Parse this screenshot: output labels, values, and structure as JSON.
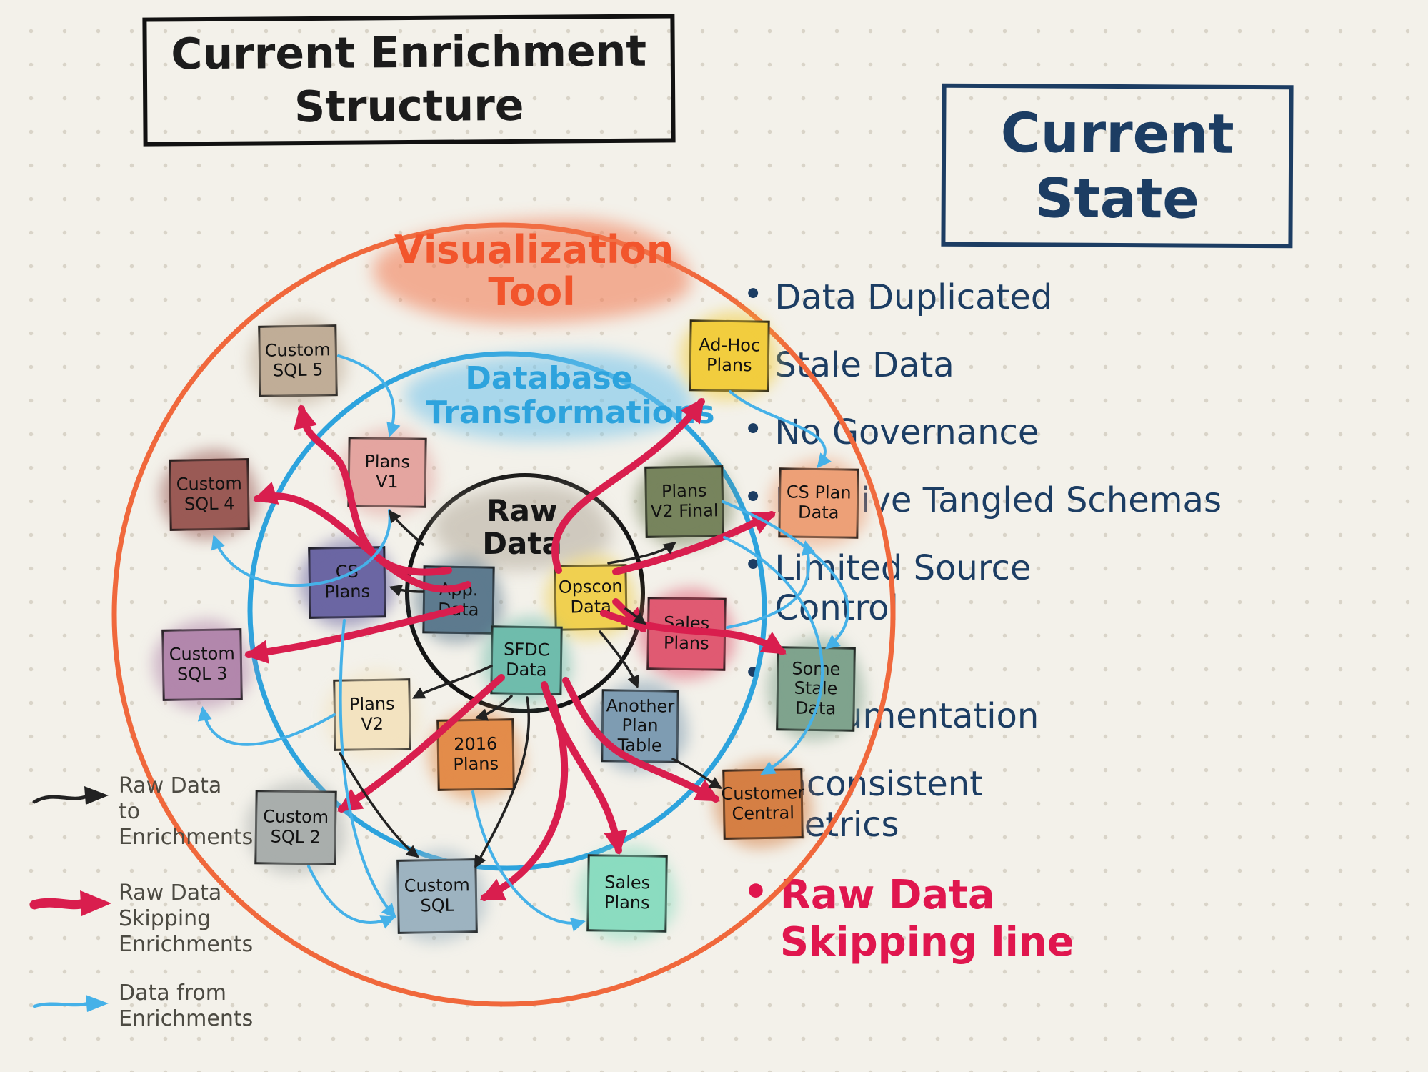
{
  "palette": {
    "paper": "#f3f1ea",
    "ink": "#1c1c1c",
    "navy": "#1c3d63",
    "accent-red": "#e0164e",
    "edge-red": "#d91e4e",
    "edge-blue": "#45b1e8",
    "edge-black": "#222222",
    "ring-orange": "#f0683c",
    "ring-blue": "#2da3dd",
    "ring-black": "#141414"
  },
  "title": "Current Enrichment Structure",
  "state_panel": {
    "title": "Current State",
    "items": [
      {
        "text": "Data Duplicated"
      },
      {
        "text": "Stale Data"
      },
      {
        "text": "No Governance"
      },
      {
        "text": "Massive Tangled Schemas"
      },
      {
        "text": "Limited Source\nControl"
      },
      {
        "text": "No\nDocumentation"
      },
      {
        "text": "Inconsistent\nMetrics"
      },
      {
        "text": "Raw Data\nSkipping line",
        "highlight": "red"
      }
    ]
  },
  "legend": {
    "items": [
      {
        "label": "Raw Data to Enrichments",
        "color": "#222222",
        "line": "thin-black"
      },
      {
        "label": "Raw Data Skipping Enrichments",
        "color": "#d91e4e",
        "line": "thick-red"
      },
      {
        "label": "Data from Enrichments",
        "color": "#45b1e8",
        "line": "thin-blue"
      }
    ]
  },
  "diagram": {
    "rings": [
      {
        "id": "visualization-tool",
        "label": "Visualization Tool",
        "color": "#f2552c",
        "blob": "#f2764d"
      },
      {
        "id": "database-transformations",
        "label": "Database Transformations",
        "color": "#2da3dd",
        "blob": "#6ec2ec"
      },
      {
        "id": "raw-data",
        "label": "Raw Data",
        "color": "#181818",
        "blob": "#b3aa9b"
      }
    ],
    "nodes": [
      {
        "id": "custom-sql-5",
        "label": "Custom SQL 5",
        "color": "#c0ad97"
      },
      {
        "id": "ad-hoc-plans",
        "label": "Ad-Hoc Plans",
        "color": "#f2cd3e"
      },
      {
        "id": "custom-sql-4",
        "label": "Custom SQL 4",
        "color": "#9a5a55"
      },
      {
        "id": "plans-v1",
        "label": "Plans V1",
        "color": "#e4a5a0"
      },
      {
        "id": "plans-v2-final",
        "label": "Plans V2 Final",
        "color": "#77845d"
      },
      {
        "id": "cs-plan-data",
        "label": "CS Plan Data",
        "color": "#eda077"
      },
      {
        "id": "cs-plans",
        "label": "CS Plans",
        "color": "#6b66a3"
      },
      {
        "id": "app-data",
        "label": "App. Data",
        "color": "#5d7a8e"
      },
      {
        "id": "opscon-data",
        "label": "Opscon Data",
        "color": "#f0d050"
      },
      {
        "id": "sales-plans",
        "label": "Sales Plans",
        "color": "#e05a72"
      },
      {
        "id": "custom-sql-3",
        "label": "Custom SQL 3",
        "color": "#b287ac"
      },
      {
        "id": "sfdc-data",
        "label": "SFDC Data",
        "color": "#6fbcac"
      },
      {
        "id": "plans-v2",
        "label": "Plans V2",
        "color": "#f3e3c0"
      },
      {
        "id": "some-stale-data",
        "label": "Some Stale Data",
        "color": "#7fa38d"
      },
      {
        "id": "2016-plans",
        "label": "2016 Plans",
        "color": "#e38c4a"
      },
      {
        "id": "another-plan-table",
        "label": "Another Plan Table",
        "color": "#7e9cb2"
      },
      {
        "id": "customer-central",
        "label": "Customer Central",
        "color": "#d57f44"
      },
      {
        "id": "custom-sql-2",
        "label": "Custom SQL 2",
        "color": "#a9aeac"
      },
      {
        "id": "custom-sql",
        "label": "Custom SQL",
        "color": "#9db3c0"
      },
      {
        "id": "sales-plans-bottom",
        "label": "Sales Plans",
        "color": "#8bdcc0"
      }
    ],
    "edges": [
      {
        "kind": "raw-skipping-enrichments",
        "from": "raw-data",
        "to": "custom-sql-5"
      },
      {
        "kind": "raw-skipping-enrichments",
        "from": "raw-data",
        "to": "custom-sql-4"
      },
      {
        "kind": "raw-skipping-enrichments",
        "from": "raw-data",
        "to": "custom-sql-3"
      },
      {
        "kind": "raw-skipping-enrichments",
        "from": "raw-data",
        "to": "ad-hoc-plans"
      },
      {
        "kind": "raw-skipping-enrichments",
        "from": "opscon-data",
        "to": "cs-plan-data"
      },
      {
        "kind": "raw-skipping-enrichments",
        "from": "raw-data",
        "to": "some-stale-data"
      },
      {
        "kind": "raw-skipping-enrichments",
        "from": "raw-data",
        "to": "customer-central"
      },
      {
        "kind": "raw-skipping-enrichments",
        "from": "raw-data",
        "to": "sales-plans-bottom"
      },
      {
        "kind": "raw-skipping-enrichments",
        "from": "raw-data",
        "to": "custom-sql"
      },
      {
        "kind": "raw-skipping-enrichments",
        "from": "raw-data",
        "to": "custom-sql-2"
      },
      {
        "kind": "raw-skipping-enrichments",
        "from": "opscon-data",
        "to": "sales-plans"
      },
      {
        "kind": "raw-to-enrichments",
        "from": "app-data",
        "to": "cs-plans"
      },
      {
        "kind": "raw-to-enrichments",
        "from": "app-data",
        "to": "plans-v1"
      },
      {
        "kind": "raw-to-enrichments",
        "from": "opscon-data",
        "to": "plans-v2-final"
      },
      {
        "kind": "raw-to-enrichments",
        "from": "opscon-data",
        "to": "another-plan-table"
      },
      {
        "kind": "raw-to-enrichments",
        "from": "sfdc-data",
        "to": "2016-plans"
      },
      {
        "kind": "raw-to-enrichments",
        "from": "sfdc-data",
        "to": "plans-v2"
      },
      {
        "kind": "raw-to-enrichments",
        "from": "another-plan-table",
        "to": "customer-central"
      },
      {
        "kind": "raw-to-enrichments",
        "from": "opscon-data",
        "to": "sales-plans"
      },
      {
        "kind": "raw-to-enrichments",
        "from": "plans-v2",
        "to": "custom-sql"
      },
      {
        "kind": "raw-to-enrichments",
        "from": "sfdc-data",
        "to": "custom-sql"
      },
      {
        "kind": "data-from-enrichments",
        "from": "plans-v1",
        "to": "custom-sql-4"
      },
      {
        "kind": "data-from-enrichments",
        "from": "plans-v2",
        "to": "custom-sql-3"
      },
      {
        "kind": "data-from-enrichments",
        "from": "cs-plans",
        "to": "custom-sql"
      },
      {
        "kind": "data-from-enrichments",
        "from": "2016-plans",
        "to": "sales-plans-bottom"
      },
      {
        "kind": "data-from-enrichments",
        "from": "sales-plans",
        "to": "cs-plan-data"
      },
      {
        "kind": "data-from-enrichments",
        "from": "plans-v2-final",
        "to": "some-stale-data"
      },
      {
        "kind": "data-from-enrichments",
        "from": "ad-hoc-plans",
        "to": "cs-plan-data"
      },
      {
        "kind": "data-from-enrichments",
        "from": "plans-v2-final",
        "to": "customer-central"
      },
      {
        "kind": "data-from-enrichments",
        "from": "custom-sql-5",
        "to": "plans-v1"
      },
      {
        "kind": "data-from-enrichments",
        "from": "custom-sql-2",
        "to": "custom-sql"
      }
    ]
  }
}
